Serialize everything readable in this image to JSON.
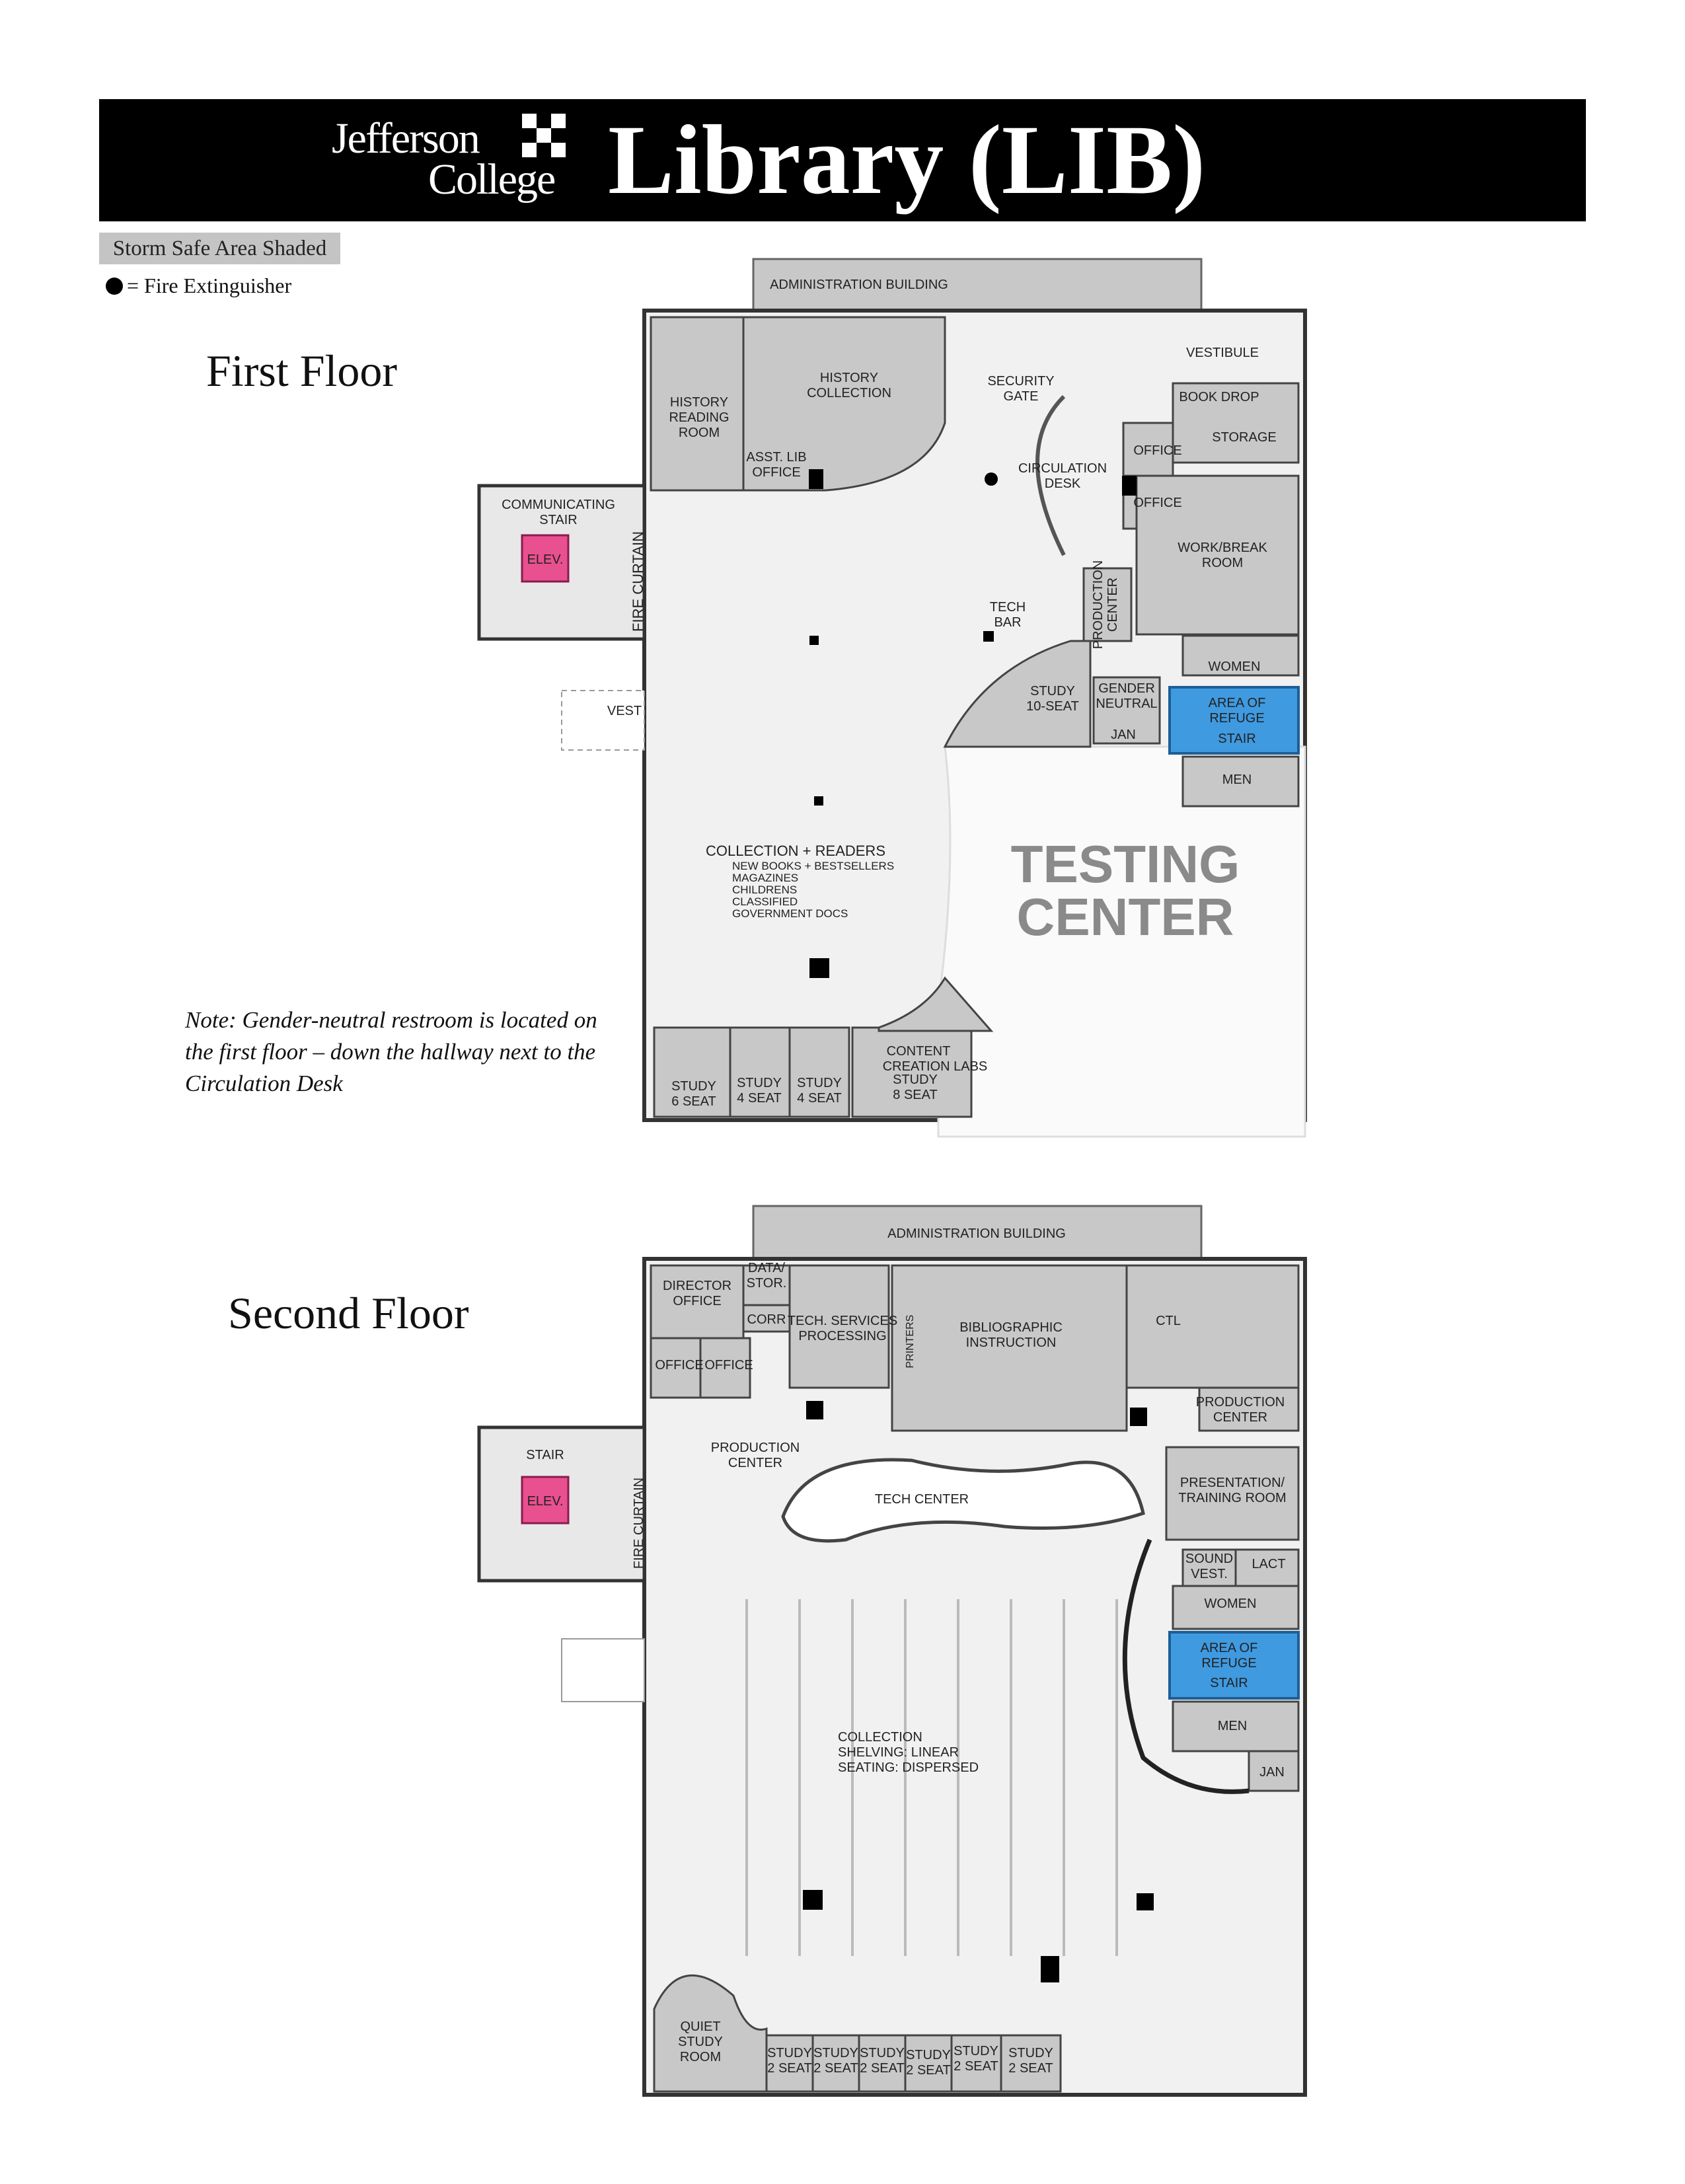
{
  "header": {
    "logo_line1": "Jefferson",
    "logo_line2": "College",
    "title": "Library (LIB)"
  },
  "legend": {
    "storm_safe": "Storm Safe Area Shaded",
    "fire_extinguisher": "= Fire Extinguisher"
  },
  "floors": {
    "first": "First Floor",
    "second": "Second Floor"
  },
  "note": "Note: Gender-neutral restroom is located on the first floor – down the hallway next to the Circulation Desk",
  "colors": {
    "storm_safe_gray": "#c8c8c8",
    "area_of_refuge_blue": "#3f9ae0",
    "elevator_pink": "#e8508f",
    "floor_light": "#efefef"
  },
  "first_floor_labels": {
    "admin": "ADMINISTRATION BUILDING",
    "vestibule": "VESTIBULE",
    "history_reading_1": "HISTORY",
    "history_reading_2": "READING",
    "history_reading_3": "ROOM",
    "history_collection_1": "HISTORY",
    "history_collection_2": "COLLECTION",
    "security_1": "SECURITY",
    "security_2": "GATE",
    "book_drop": "BOOK DROP",
    "storage": "STORAGE",
    "office_a": "OFFICE",
    "office_b": "OFFICE",
    "asst_lib_1": "ASST. LIB",
    "asst_lib_2": "OFFICE",
    "circulation_1": "CIRCULATION",
    "circulation_2": "DESK",
    "work_break_1": "WORK/BREAK",
    "work_break_2": "ROOM",
    "communicating_1": "COMMUNICATING",
    "communicating_2": "STAIR",
    "elev": "ELEV.",
    "fire_curtain": "FIRE CURTAIN",
    "tech_bar_1": "TECH",
    "tech_bar_2": "BAR",
    "production_1": "PRODUCTION",
    "production_2": "CENTER",
    "women": "WOMEN",
    "vest": "VEST",
    "study10_1": "STUDY",
    "study10_2": "10-SEAT",
    "gender_1": "GENDER",
    "gender_2": "NEUTRAL",
    "jan": "JAN",
    "refuge_1": "AREA OF",
    "refuge_2": "REFUGE",
    "refuge_3": "STAIR",
    "men": "MEN",
    "collection_readers": "COLLECTION + READERS",
    "coll_list_1": "NEW BOOKS + BESTSELLERS",
    "coll_list_2": "MAGAZINES",
    "coll_list_3": "CHILDRENS",
    "coll_list_4": "CLASSIFIED",
    "coll_list_5": "GOVERNMENT DOCS",
    "testing_1": "TESTING",
    "testing_2": "CENTER",
    "content_1": "CONTENT",
    "content_2": "CREATION LABS",
    "study6_1": "STUDY",
    "study6_2": "6 SEAT",
    "study4a_1": "STUDY",
    "study4a_2": "4 SEAT",
    "study4b_1": "STUDY",
    "study4b_2": "4 SEAT",
    "study8_1": "STUDY",
    "study8_2": "8 SEAT"
  },
  "second_floor_labels": {
    "admin": "ADMINISTRATION BUILDING",
    "director_1": "DIRECTOR",
    "director_2": "OFFICE",
    "data_1": "DATA/",
    "data_2": "STOR.",
    "corr": "CORR",
    "tech_services_1": "TECH. SERVICES",
    "tech_services_2": "PROCESSING",
    "printers": "PRINTERS",
    "biblio_1": "BIBLIOGRAPHIC",
    "biblio_2": "INSTRUCTION",
    "ctl": "CTL",
    "office_a": "OFFICE",
    "office_b": "OFFICE",
    "production_1": "PRODUCTION",
    "production_2": "CENTER",
    "production_r1": "PRODUCTION",
    "production_r2": "CENTER",
    "stair": "STAIR",
    "elev": "ELEV.",
    "fire_curtain": "FIRE CURTAIN",
    "tech_center": "TECH CENTER",
    "presentation_1": "PRESENTATION/",
    "presentation_2": "TRAINING ROOM",
    "sound_1": "SOUND",
    "sound_2": "VEST.",
    "lact": "LACT",
    "women": "WOMEN",
    "refuge_1": "AREA OF",
    "refuge_2": "REFUGE",
    "refuge_3": "STAIR",
    "men": "MEN",
    "jan": "JAN",
    "collection_1": "COLLECTION",
    "collection_2": "SHELVING: LINEAR",
    "collection_3": "SEATING: DISPERSED",
    "quiet_1": "QUIET",
    "quiet_2": "STUDY",
    "quiet_3": "ROOM",
    "study_1": "STUDY",
    "study_2": "2 SEAT",
    "study_3": "STUDY",
    "study_4": "2 SEAT",
    "study_5": "STUDY",
    "study_6": "2 SEAT",
    "study_7": "STUDY",
    "study_8": "2 SEAT",
    "study_9": "STUDY",
    "study_10": "2 SEAT",
    "study_11": "STUDY",
    "study_12": "2 SEAT"
  }
}
